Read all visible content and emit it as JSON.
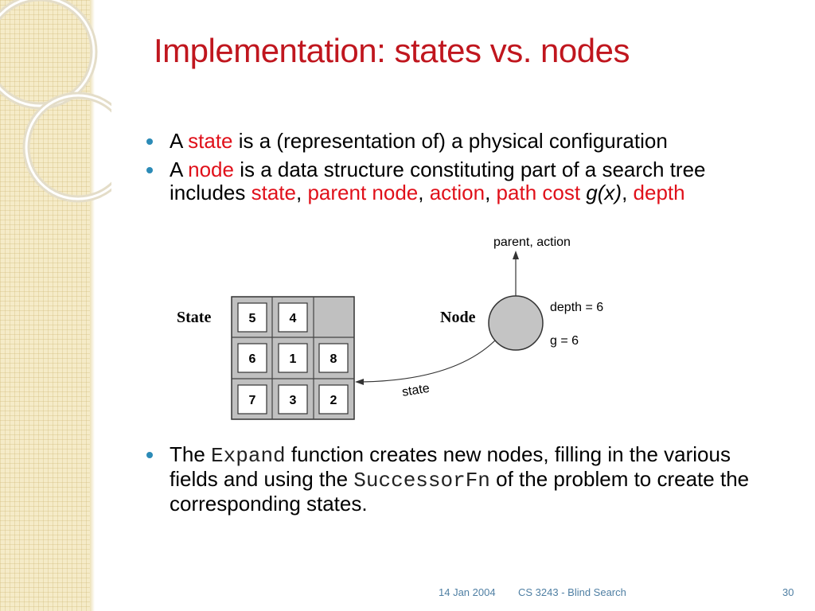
{
  "slide": {
    "title": "Implementation: states vs. nodes",
    "bullet1": {
      "prefix": "A ",
      "term": "state",
      "rest": " is a (representation of) a physical configuration"
    },
    "bullet2": {
      "prefix": "A ",
      "term": "node",
      "rest": " is a data structure constituting part of a search tree includes ",
      "f1": "state",
      "s1": ", ",
      "f2": "parent node",
      "s2": ", ",
      "f3": "action",
      "s3": ", ",
      "f4": "path cost",
      "s4": " ",
      "f4_sym": "g(x)",
      "s5": ", ",
      "f5": "depth"
    },
    "bullet3": {
      "prefix": "The ",
      "code1": "Expand",
      "mid": " function creates new nodes, filling in the various fields and using the ",
      "code2": "SuccessorFn",
      "rest": " of the problem to create the corresponding states."
    }
  },
  "diagram": {
    "state_label": "State",
    "node_label": "Node",
    "grid": [
      [
        "5",
        "4",
        ""
      ],
      [
        "6",
        "1",
        "8"
      ],
      [
        "7",
        "3",
        "2"
      ]
    ],
    "parent_action_label": "parent, action",
    "depth_label": "depth = 6",
    "g_label": "g = 6",
    "state_arrow_label": "state"
  },
  "footer": {
    "date": "14 Jan 2004",
    "course": "CS 3243 - Blind Search",
    "page": "30"
  },
  "colors": {
    "title": "#c0161e",
    "highlight": "#e0101a",
    "bullet": "#2c8bb7",
    "footer": "#4f7fa3",
    "band": "#f5ebc8"
  }
}
